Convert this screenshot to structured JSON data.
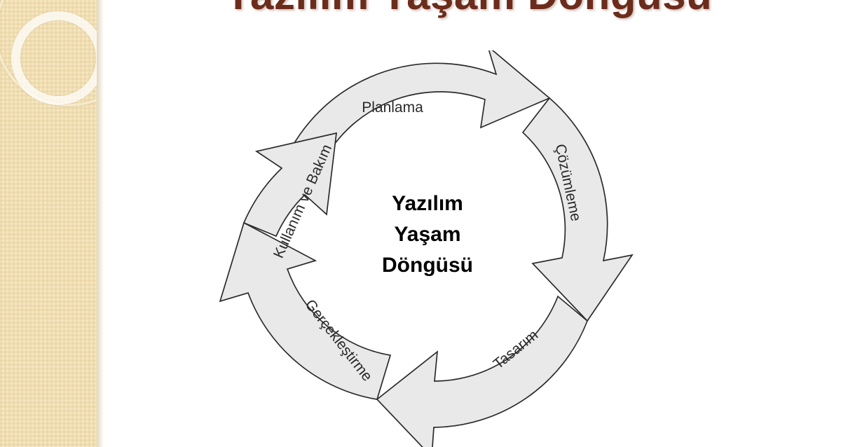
{
  "slide": {
    "title": "Yazılım Yaşam Döngüsü",
    "title_color": "#6C2C1B",
    "background_color": "#FFFFFF",
    "sidebar_color": "#F6E7C1"
  },
  "diagram": {
    "type": "cycle",
    "segment_fill": "#E9E9E9",
    "segment_stroke": "#2B2B2B",
    "center_label_lines": [
      "Yazılım",
      "Yaşam",
      "Döngüsü"
    ],
    "segments": [
      {
        "label": "Planlama",
        "position": "top",
        "order": 1
      },
      {
        "label": "Çözümleme",
        "position": "upper-right",
        "order": 2
      },
      {
        "label": "Tasarım",
        "position": "lower-right",
        "order": 3
      },
      {
        "label": "Gerçekleştirme",
        "position": "lower-left",
        "order": 4
      },
      {
        "label": "Kullanım ve Bakım",
        "position": "upper-left",
        "order": 5
      }
    ]
  }
}
